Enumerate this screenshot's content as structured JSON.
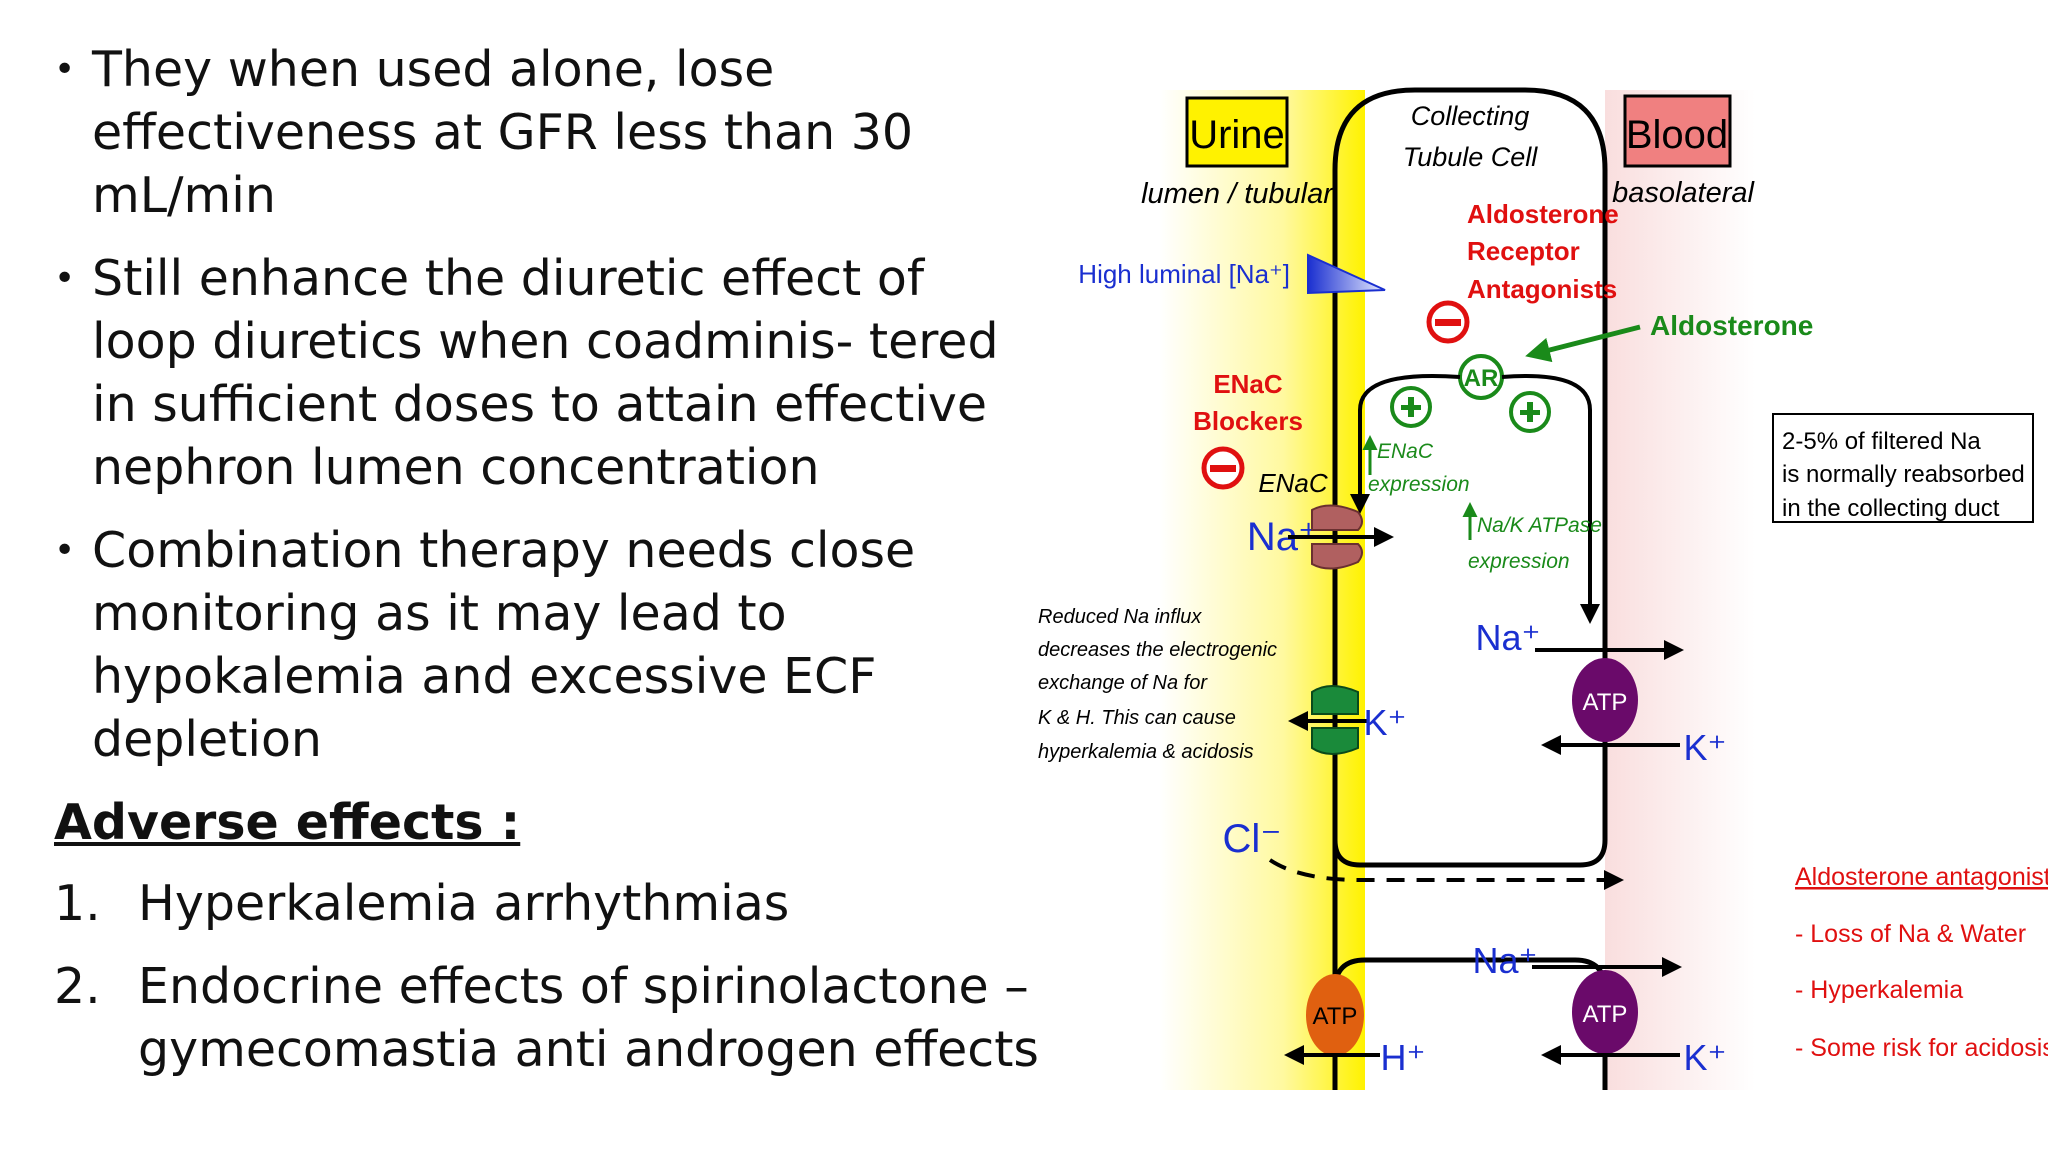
{
  "bullets": [
    "They when used alone, lose effectiveness at GFR less than 30 mL/min",
    "Still enhance the diuretic effect of loop diuretics when coadminis- tered in sufficient doses to attain effective nephron lumen concentration",
    "Combination therapy needs close monitoring as it may lead to hypokalemia and excessive ECF depletion"
  ],
  "adverse_heading": "Adverse effects :",
  "adverse_items": [
    {
      "num": "1.",
      "text": "Hyperkalemia arrhythmias"
    },
    {
      "num": "2.",
      "text": "Endocrine effects of spirinolactone – gymecomastia anti androgen effects"
    }
  ],
  "diagram": {
    "urine_label": "Urine",
    "urine_sub": "lumen / tubular",
    "cell_label_1": "Collecting",
    "cell_label_2": "Tubule Cell",
    "blood_label": "Blood",
    "blood_sub": "basolateral",
    "high_luminal": "High luminal [Na⁺]",
    "ara_1": "Aldosterone",
    "ara_2": "Receptor",
    "ara_3": "Antagonists",
    "aldosterone": "Aldosterone",
    "ar": "AR",
    "enac_blockers_1": "ENaC",
    "enac_blockers_2": "Blockers",
    "enac_label": "ENaC",
    "enac_expr_1": "ENaC",
    "enac_expr_2": "expression",
    "nak_expr_1": "Na/K ATPase",
    "nak_expr_2": "expression",
    "na_in": "Na⁺",
    "k_out": "K⁺",
    "na_baso": "Na⁺",
    "k_baso": "K⁺",
    "atp": "ATP",
    "cl": "Cl⁻",
    "reduced_lines": [
      "Reduced Na influx",
      "decreases the electrogenic",
      "exchange of Na for",
      "K & H. This can cause",
      "hyperkalemia & acidosis"
    ],
    "filtered_lines": [
      "2-5% of filtered Na",
      "is normally reabsorbed",
      "in the collecting duct"
    ],
    "h_plus": "H⁺",
    "na_lower": "Na⁺",
    "k_lower": "K⁺",
    "antag_title": "Aldosterone antagonists",
    "antag_items": [
      "- Loss of Na & Water",
      "- Hyperkalemia",
      "- Some risk for acidosis"
    ],
    "colors": {
      "urine": "#fff200",
      "blood": "#f08080",
      "green": "#1a8a1a",
      "red": "#e01010",
      "blue": "#1a2fd0",
      "atp_purple": "#6a0a6a",
      "atp_orange": "#e06010",
      "enac": "#b06060",
      "k_channel": "#1a8a3a"
    }
  }
}
